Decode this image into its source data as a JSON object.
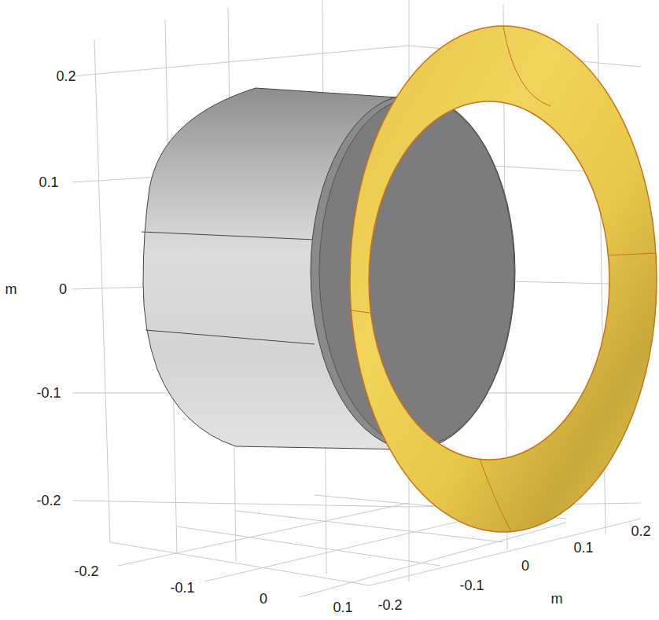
{
  "diagram": {
    "labels": [
      "0.2",
      "0.1",
      "m",
      "0",
      "-0.1",
      "-0.2",
      "-0.2",
      "-0.1",
      "0",
      "0.1",
      "-0.2",
      "-0.1",
      "0",
      "m",
      "0.1",
      "0.2"
    ]
  }
}
